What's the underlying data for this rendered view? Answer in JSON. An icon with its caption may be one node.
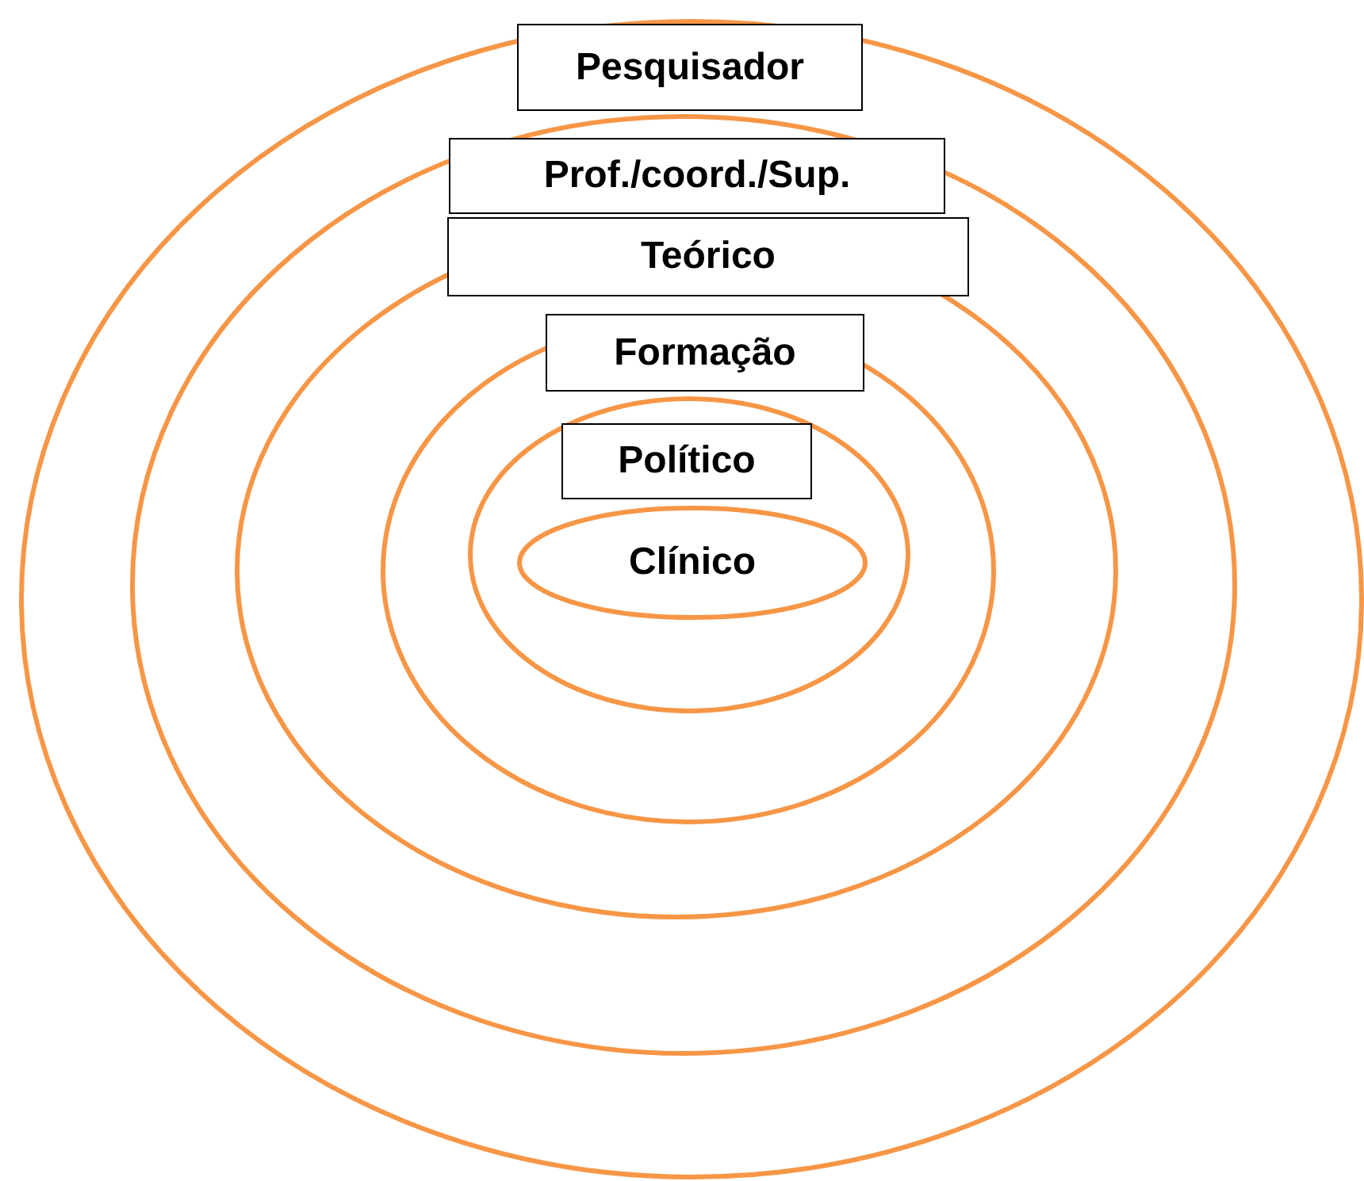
{
  "diagram": {
    "nodes": [
      {
        "text": [
          "Pesquisador"
        ]
      },
      {
        "text": [
          "Prof./coord./Sup."
        ],
        "in": 0
      },
      {
        "text": [
          "Teórico"
        ],
        "in": 1
      },
      {
        "text": [
          "Formação"
        ],
        "in": 2
      },
      {
        "text": [
          "Político"
        ],
        "in": 3
      },
      {
        "text": [
          "Clínico"
        ],
        "in": 4
      }
    ]
  }
}
